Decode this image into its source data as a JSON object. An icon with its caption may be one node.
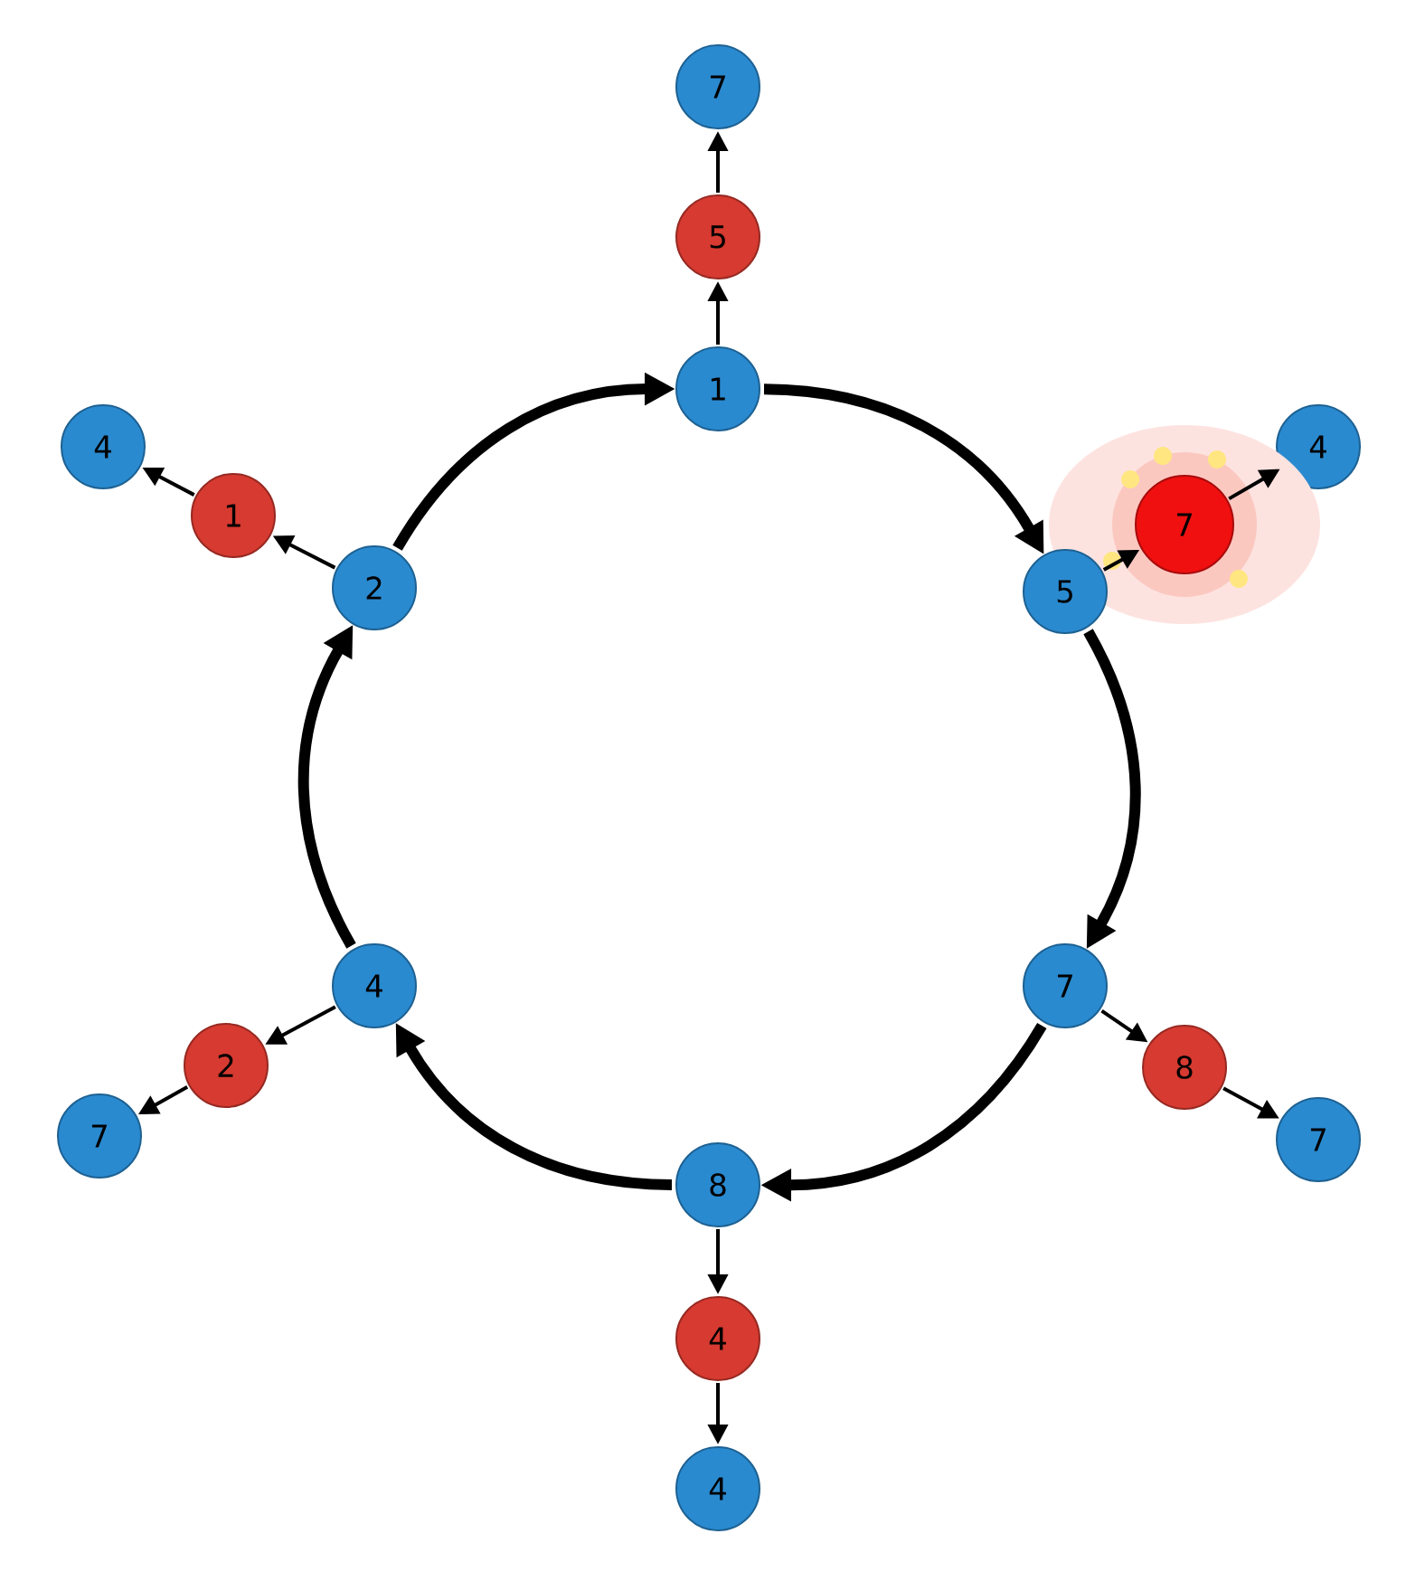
{
  "diagram": {
    "nodes": [
      {
        "text": [
          "7"
        ]
      },
      {
        "text": [
          "5"
        ]
      },
      {
        "text": [
          "1"
        ]
      },
      {
        "text": [
          "4"
        ]
      },
      {
        "text": [
          "4"
        ]
      },
      {
        "text": [
          "1"
        ]
      },
      {
        "text": [
          "7"
        ]
      },
      {
        "text": [
          "2"
        ]
      },
      {
        "text": [
          "5"
        ]
      },
      {
        "text": [
          "4"
        ]
      },
      {
        "text": [
          "7"
        ]
      },
      {
        "text": [
          "2"
        ]
      },
      {
        "text": [
          "8"
        ]
      },
      {
        "text": [
          "7"
        ]
      },
      {
        "text": [
          "7"
        ]
      },
      {
        "text": [
          "8"
        ]
      },
      {
        "text": [
          "4"
        ]
      },
      {
        "text": [
          "4"
        ]
      }
    ],
    "edges": [
      {
        "from": 2,
        "to": 8,
        "arrow": "to",
        "style": "thick"
      },
      {
        "from": 8,
        "to": 10,
        "arrow": "to",
        "style": "thick"
      },
      {
        "from": 10,
        "to": 15,
        "arrow": "to",
        "style": "thick"
      },
      {
        "from": 15,
        "to": 9,
        "arrow": "to",
        "style": "thick"
      },
      {
        "from": 9,
        "to": 7,
        "arrow": "to",
        "style": "thick"
      },
      {
        "from": 7,
        "to": 2,
        "arrow": "to",
        "style": "thick"
      },
      {
        "from": 2,
        "to": 1,
        "arrow": "to"
      },
      {
        "from": 1,
        "to": 0,
        "arrow": "to"
      },
      {
        "from": 7,
        "to": 5,
        "arrow": "to"
      },
      {
        "from": 5,
        "to": 3,
        "arrow": "to"
      },
      {
        "from": 8,
        "to": 6,
        "arrow": "to"
      },
      {
        "from": 6,
        "to": 4,
        "arrow": "to"
      },
      {
        "from": 10,
        "to": 12,
        "arrow": "to"
      },
      {
        "from": 12,
        "to": 14,
        "arrow": "to"
      },
      {
        "from": 15,
        "to": 16,
        "arrow": "to"
      },
      {
        "from": 16,
        "to": 17,
        "arrow": "to"
      },
      {
        "from": 9,
        "to": 11,
        "arrow": "to"
      },
      {
        "from": 11,
        "to": 13,
        "arrow": "to"
      }
    ]
  }
}
